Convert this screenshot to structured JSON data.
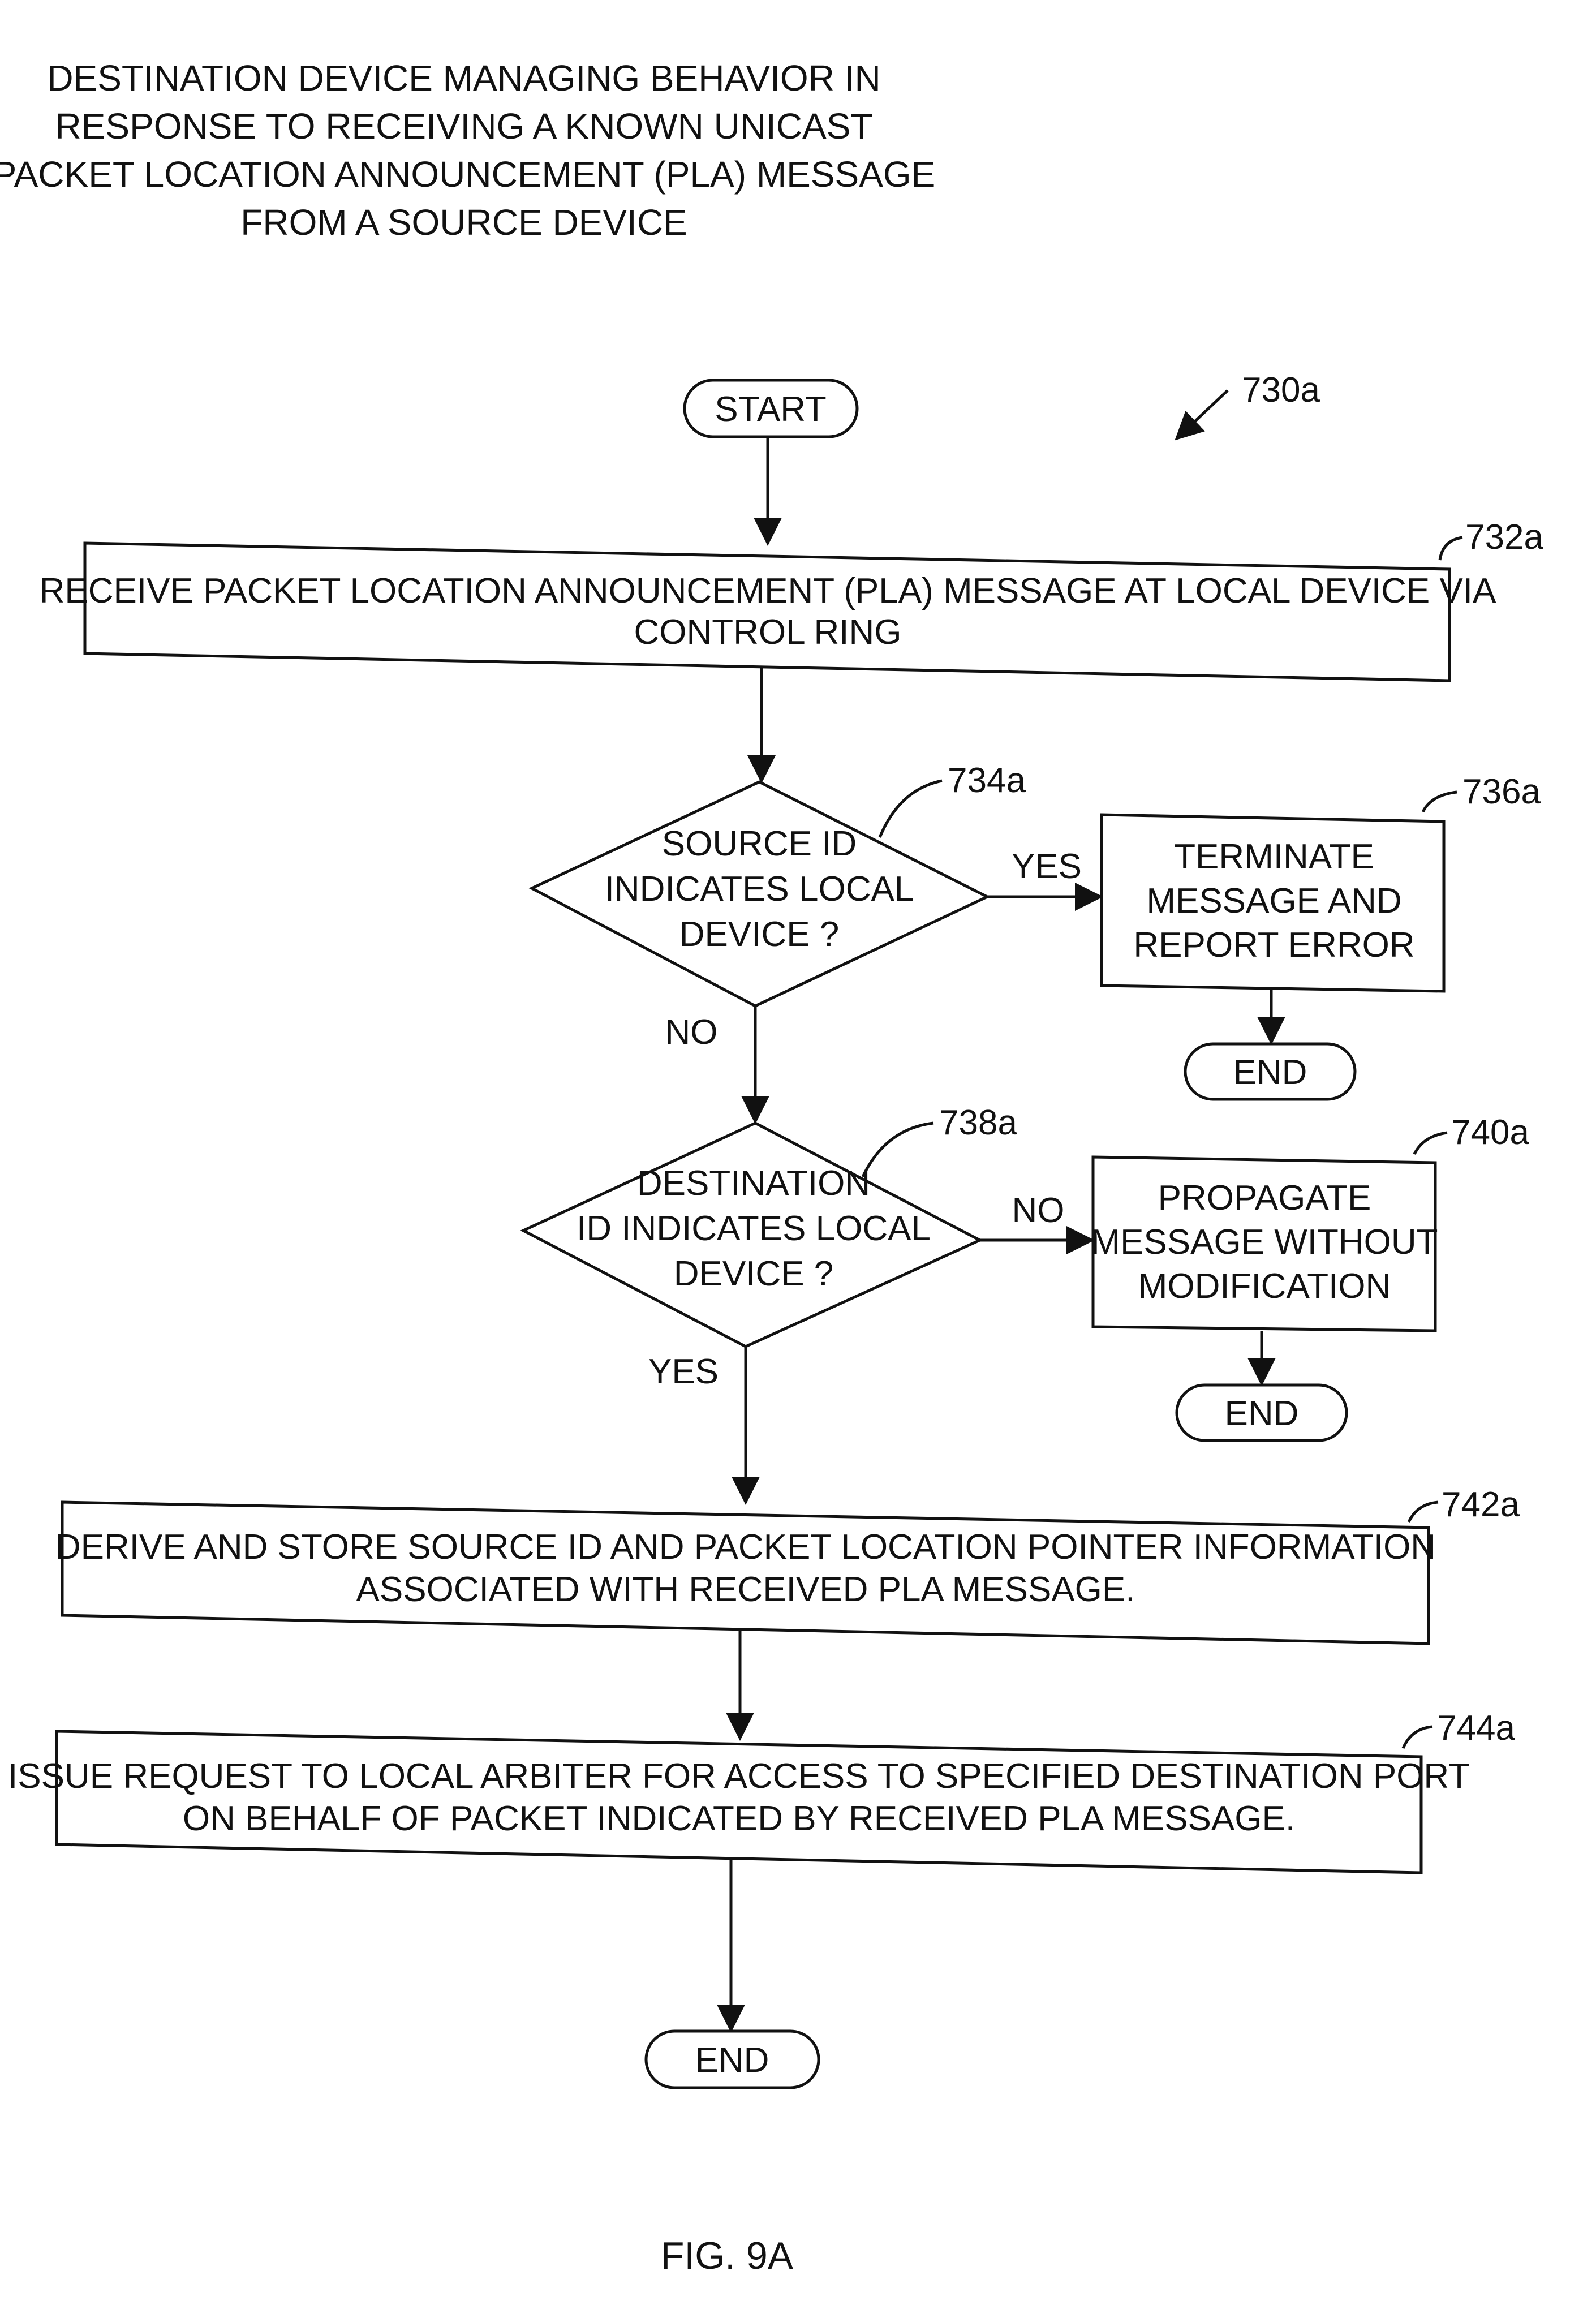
{
  "title_lines": [
    "DESTINATION DEVICE MANAGING BEHAVIOR IN",
    "RESPONSE TO RECEIVING A KNOWN UNICAST",
    "PACKET LOCATION ANNOUNCEMENT (PLA) MESSAGE",
    "FROM A SOURCE DEVICE"
  ],
  "figure_ref": "730a",
  "start": "START",
  "step_732": {
    "ref": "732a",
    "lines": [
      "RECEIVE PACKET LOCATION ANNOUNCEMENT (PLA) MESSAGE AT LOCAL DEVICE VIA",
      "CONTROL RING"
    ]
  },
  "decision_734": {
    "ref": "734a",
    "lines": [
      "SOURCE ID",
      "INDICATES LOCAL",
      "DEVICE ?"
    ],
    "yes_label": "YES",
    "no_label": "NO"
  },
  "step_736": {
    "ref": "736a",
    "lines": [
      "TERMINATE",
      "MESSAGE AND",
      "REPORT ERROR"
    ],
    "end": "END"
  },
  "decision_738": {
    "ref": "738a",
    "lines": [
      "DESTINATION",
      "ID INDICATES LOCAL",
      "DEVICE ?"
    ],
    "no_label": "NO",
    "yes_label": "YES"
  },
  "step_740": {
    "ref": "740a",
    "lines": [
      "PROPAGATE",
      "MESSAGE WITHOUT",
      "MODIFICATION"
    ],
    "end": "END"
  },
  "step_742": {
    "ref": "742a",
    "lines": [
      "DERIVE AND STORE SOURCE ID AND PACKET LOCATION POINTER INFORMATION",
      "ASSOCIATED WITH RECEIVED PLA MESSAGE."
    ]
  },
  "step_744": {
    "ref": "744a",
    "lines": [
      "ISSUE REQUEST TO LOCAL ARBITER FOR ACCESS TO SPECIFIED DESTINATION PORT",
      "ON BEHALF OF PACKET INDICATED BY RECEIVED PLA MESSAGE."
    ]
  },
  "end": "END",
  "figure_label": "FIG. 9A"
}
